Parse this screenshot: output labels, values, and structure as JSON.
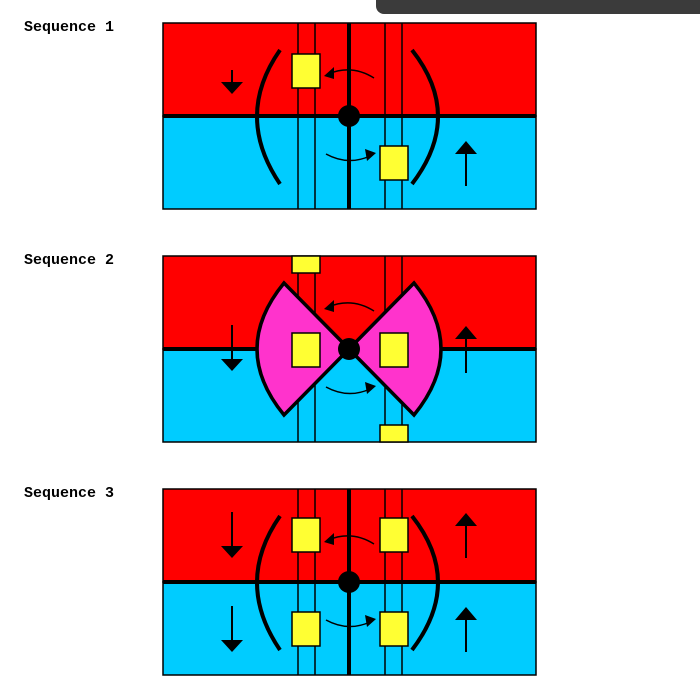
{
  "colors": {
    "top_half": "#ff0000",
    "bottom_half": "#00ccff",
    "paddle": "#ffff33",
    "wedge": "#ff33cc",
    "ink": "#000000",
    "window_bar": "#3b3b3b"
  },
  "sequences": [
    {
      "label": "Sequence 1"
    },
    {
      "label": "Sequence 2"
    },
    {
      "label": "Sequence 3"
    }
  ]
}
